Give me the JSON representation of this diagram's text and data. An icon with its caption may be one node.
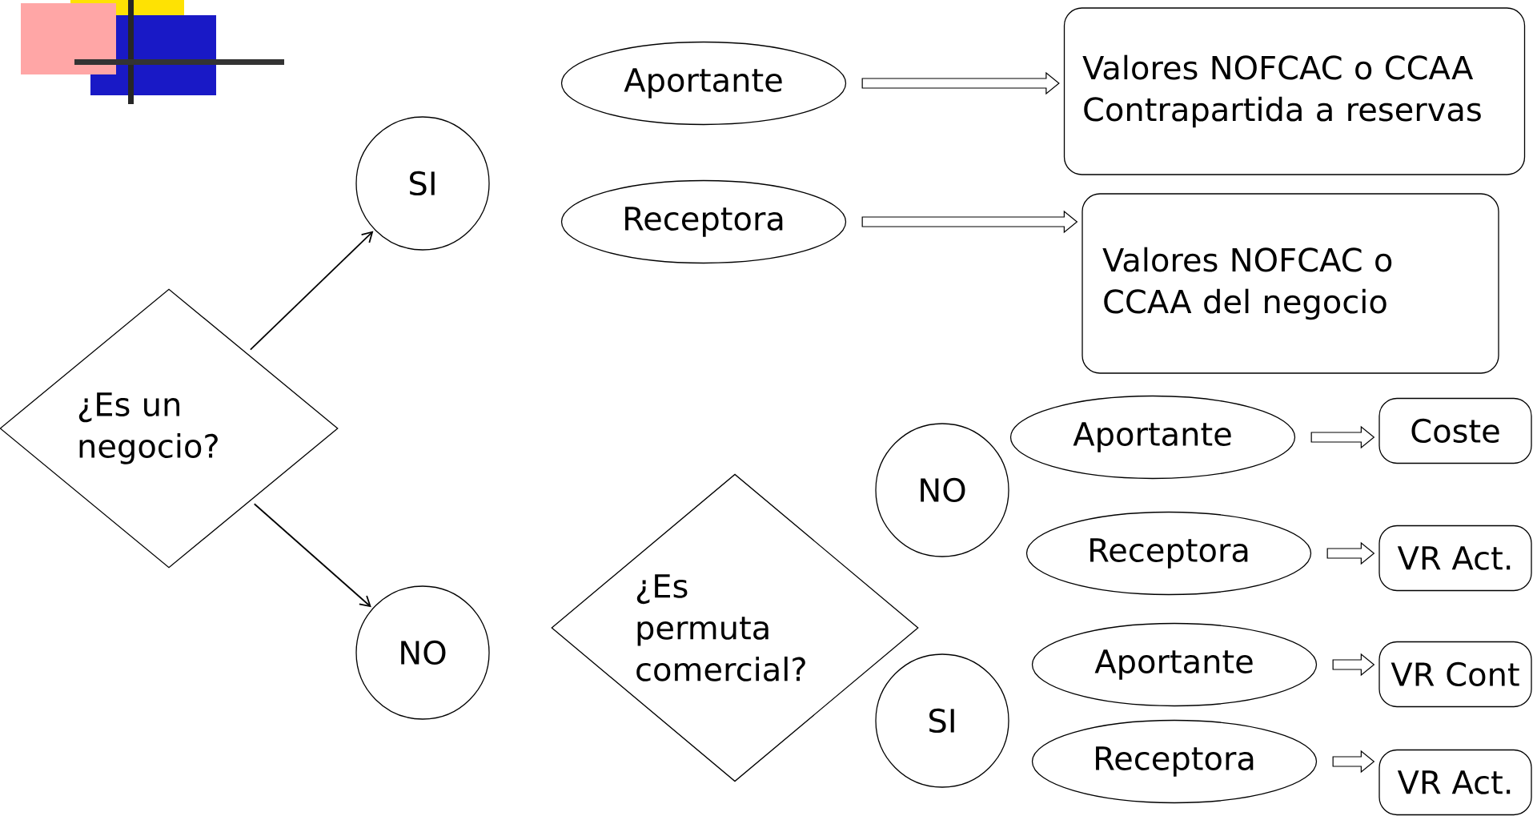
{
  "diagram": {
    "nodes": [
      {
        "text": [
          "¿Es un negocio?"
        ]
      },
      {
        "text": [
          "SI"
        ]
      },
      {
        "text": [
          "NO"
        ]
      },
      {
        "text": [
          "Aportante"
        ]
      },
      {
        "text": [
          "Receptora"
        ]
      },
      {
        "text": [
          "Valores NOFCAC o CCAA Contrapartida a reservas"
        ]
      },
      {
        "text": [
          "Valores NOFCAC o CCAA del negocio"
        ]
      },
      {
        "text": [
          "¿Es permuta comercial?"
        ]
      },
      {
        "text": [
          "NO"
        ]
      },
      {
        "text": [
          "SI"
        ]
      },
      {
        "text": [
          "Aportante"
        ]
      },
      {
        "text": [
          "Receptora"
        ]
      },
      {
        "text": [
          "Aportante"
        ]
      },
      {
        "text": [
          "Receptora"
        ]
      },
      {
        "text": [
          "Coste"
        ]
      },
      {
        "text": [
          "VR Act."
        ]
      },
      {
        "text": [
          "VR Cont"
        ]
      },
      {
        "text": [
          "VR Act."
        ]
      }
    ],
    "edges": [
      {
        "from": 0,
        "to": 1,
        "arrow": "to"
      },
      {
        "from": 0,
        "to": 2,
        "arrow": "to"
      },
      {
        "from": 3,
        "to": 5,
        "arrow": "to"
      },
      {
        "from": 4,
        "to": 6,
        "arrow": "to"
      },
      {
        "from": 10,
        "to": 14,
        "arrow": "to"
      },
      {
        "from": 11,
        "to": 15,
        "arrow": "to"
      },
      {
        "from": 12,
        "to": 16,
        "arrow": "to"
      },
      {
        "from": 13,
        "to": 17,
        "arrow": "to"
      }
    ]
  }
}
